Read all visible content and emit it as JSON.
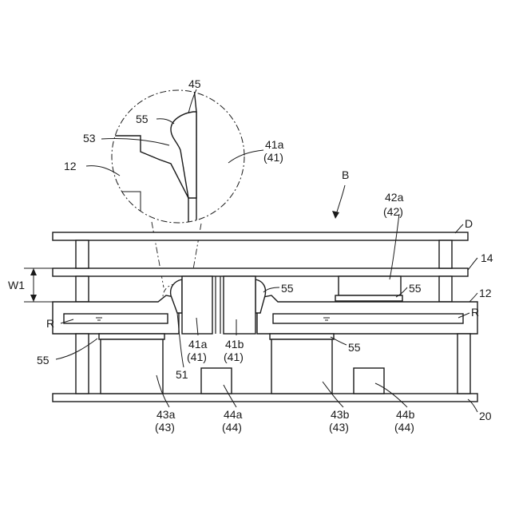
{
  "labels": {
    "l45": "45",
    "l55_detail": "55",
    "l53": "53",
    "l12_detail": "12",
    "l41a_detail": "41a",
    "l41_detail": "(41)",
    "lB": "B",
    "l42a": "42a",
    "l42": "(42)",
    "lD": "D",
    "l14": "14",
    "lW1": "W1",
    "l12_right": "12",
    "lR_left": "R",
    "lR_right": "R",
    "l55_mid": "55",
    "l55_right_top": "55",
    "l55_left_bottom": "55",
    "l55_right_bottom": "55",
    "l41a_main": "41a",
    "l41a_main_paren": "(41)",
    "l41b_main": "41b",
    "l41b_main_paren": "(41)",
    "l51": "51",
    "l43a": "43a",
    "l43a_paren": "(43)",
    "l44a": "44a",
    "l44a_paren": "(44)",
    "l43b": "43b",
    "l43b_paren": "(43)",
    "l44b": "44b",
    "l44b_paren": "(44)",
    "l20": "20"
  }
}
